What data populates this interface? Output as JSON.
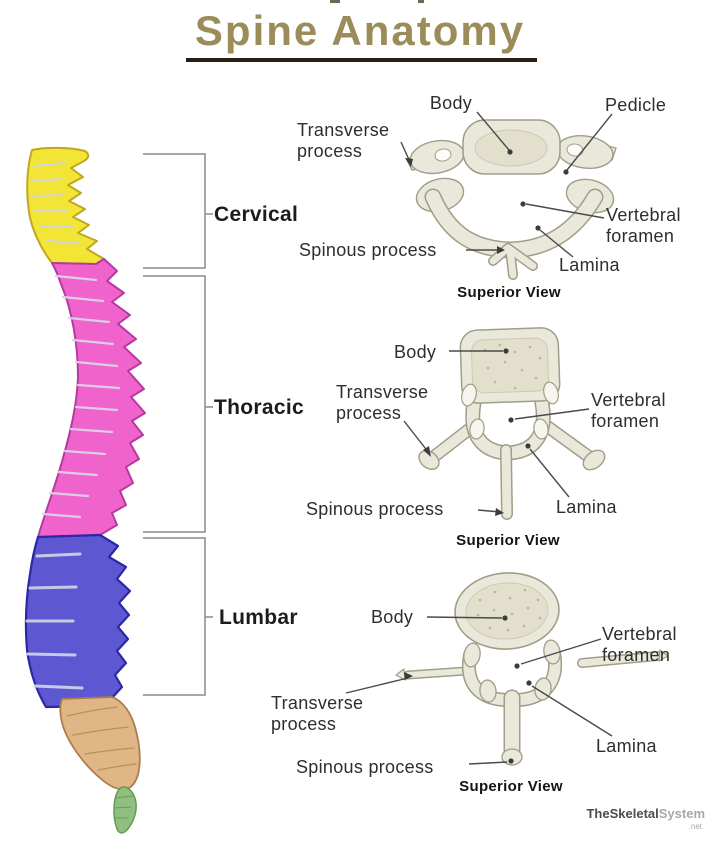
{
  "title": {
    "text": "Spine Anatomy"
  },
  "colors": {
    "title_text": "#9b8c59",
    "title_underline": "#2b1e10",
    "cervical_fill": "#f3e535",
    "cervical_outline": "#bfa81e",
    "thoracic_fill": "#f063cd",
    "thoracic_outline": "#b5399f",
    "lumbar_fill": "#5d57d2",
    "lumbar_outline": "#2b28a6",
    "sacrum_fill": "#e0b687",
    "sacrum_outline": "#aa7f4c",
    "coccyx_fill": "#90c080",
    "coccyx_outline": "#639c50",
    "bone_fill": "#eae8da",
    "bone_outline": "#a09d88",
    "bone_shade": "#e2dfcc",
    "label_text": "#2e2e2e",
    "leader_line": "#4a4a4a",
    "bracket_line": "#8a8a8a"
  },
  "spine": {
    "sections": [
      {
        "label": "Cervical"
      },
      {
        "label": "Thoracic"
      },
      {
        "label": "Lumbar"
      }
    ]
  },
  "panels": [
    {
      "caption": "Superior View",
      "labels": {
        "body": "Body",
        "pedicle": "Pedicle",
        "transverse_process": "Transverse process",
        "vertebral_foramen": "Vertebral foramen",
        "spinous_process": "Spinous process",
        "lamina": "Lamina"
      }
    },
    {
      "caption": "Superior View",
      "labels": {
        "body": "Body",
        "transverse_process": "Transverse process",
        "vertebral_foramen": "Vertebral foramen",
        "spinous_process": "Spinous process",
        "lamina": "Lamina"
      }
    },
    {
      "caption": "Superior View",
      "labels": {
        "body": "Body",
        "transverse_process": "Transverse process",
        "vertebral_foramen": "Vertebral foramen",
        "spinous_process": "Spinous process",
        "lamina": "Lamina"
      }
    }
  ],
  "watermark": {
    "name_bold": "TheSkeletal",
    "name_light": "System",
    "tld": ".net"
  }
}
